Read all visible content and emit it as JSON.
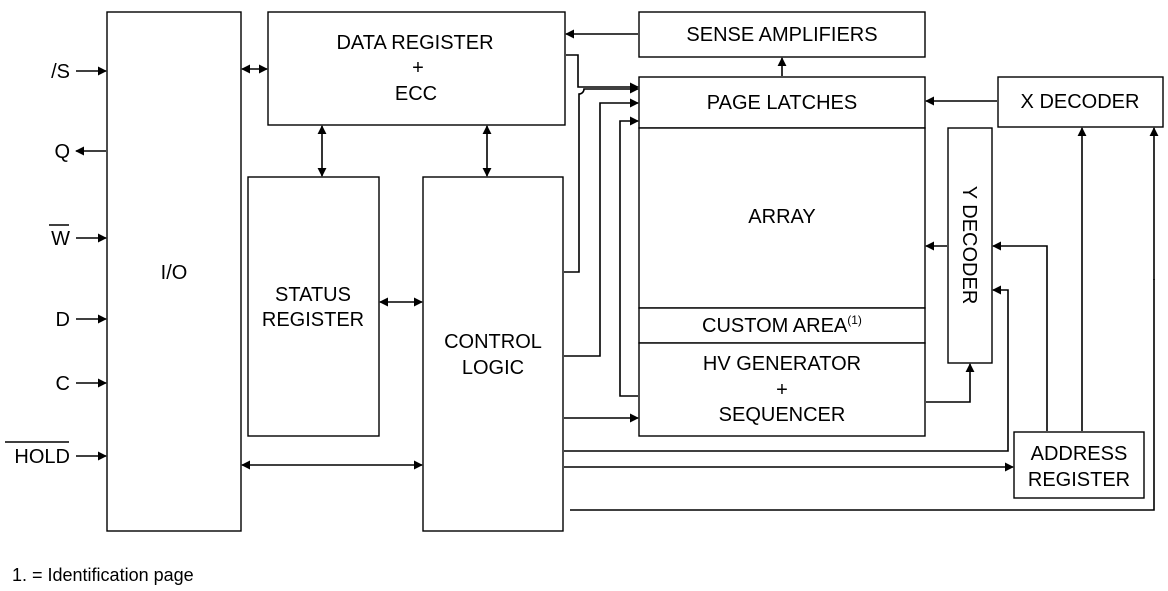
{
  "pins": {
    "s": "/S",
    "q": "Q",
    "w": "W",
    "d": "D",
    "c": "C",
    "hold": "HOLD"
  },
  "blocks": {
    "io": "I/O",
    "data_register": {
      "line1": "DATA REGISTER",
      "line2": "+",
      "line3": "ECC"
    },
    "status_register": {
      "line1": "STATUS",
      "line2": "REGISTER"
    },
    "control_logic": {
      "line1": "CONTROL",
      "line2": "LOGIC"
    },
    "sense_amplifiers": "SENSE AMPLIFIERS",
    "page_latches": "PAGE LATCHES",
    "array": "ARRAY",
    "custom_area": {
      "label": "CUSTOM AREA",
      "sup": "(1)"
    },
    "hv_generator": {
      "line1": "HV GENERATOR",
      "line2": "+",
      "line3": "SEQUENCER"
    },
    "y_decoder": "Y DECODER",
    "x_decoder": "X DECODER",
    "address_register": {
      "line1": "ADDRESS",
      "line2": "REGISTER"
    }
  },
  "footnote": "1. = Identification page"
}
